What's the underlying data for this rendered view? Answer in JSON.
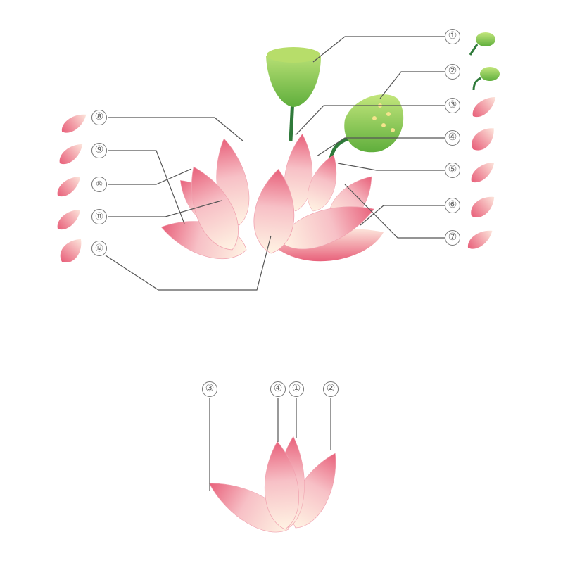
{
  "colors": {
    "petal_tip": "#e8607a",
    "petal_base": "#fff1e0",
    "pod": "#8fcf4f",
    "stem": "#2f7a3a",
    "line": "#555555"
  },
  "main_labels": [
    "①",
    "②",
    "③",
    "④",
    "⑤",
    "⑥",
    "⑦",
    "⑧",
    "⑨",
    "⑩",
    "⑪",
    "⑫"
  ],
  "bottom_labels": [
    "③",
    "④",
    "①",
    "②"
  ]
}
